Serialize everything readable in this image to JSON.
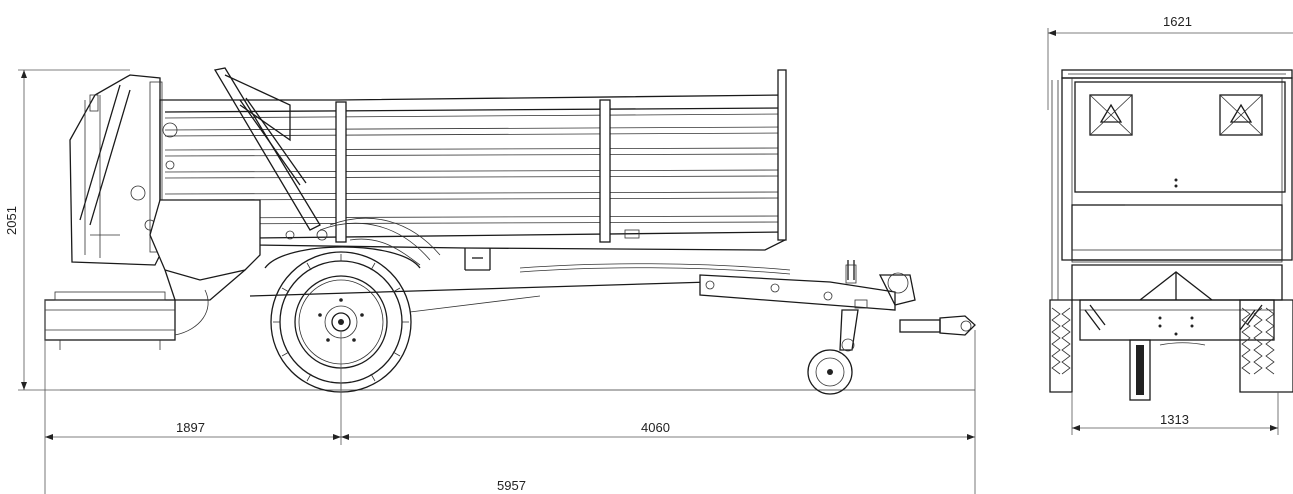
{
  "dimensions": {
    "height": "2051",
    "rear_overhang": "1897",
    "axle_to_hitch": "4060",
    "total_length": "5957",
    "overall_width": "1621",
    "track_width": "1313"
  }
}
